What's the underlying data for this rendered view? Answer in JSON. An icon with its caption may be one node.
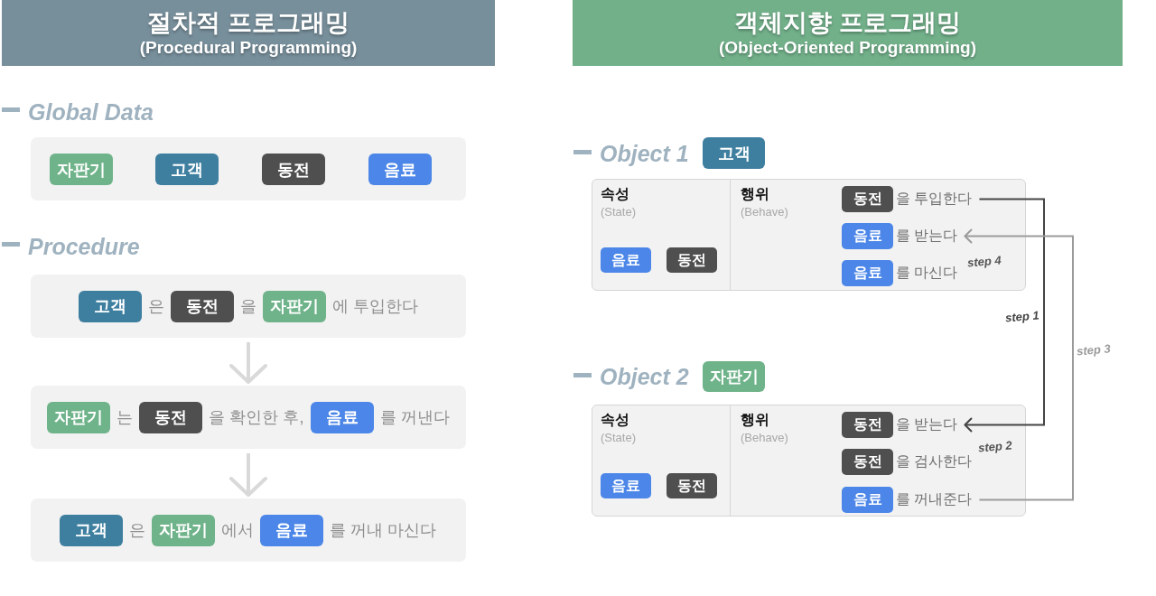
{
  "diagram": {
    "nodes": [
      {
        "text": [
          "절차적 프로그래밍",
          "(Procedural Programming)"
        ]
      },
      {
        "text": [],
        "shape": "box"
      },
      {
        "text": [
          "자판기"
        ],
        "in": 1
      },
      {
        "text": [
          "고객"
        ],
        "in": 1
      },
      {
        "text": [
          "동전"
        ],
        "in": 1
      },
      {
        "text": [
          "음료"
        ],
        "in": 1
      },
      {
        "text": [
          "은",
          "을",
          "에 투입한다"
        ]
      },
      {
        "text": [
          "고객"
        ],
        "in": 6
      },
      {
        "text": [
          "동전"
        ],
        "in": 6
      },
      {
        "text": [
          "자판기"
        ],
        "in": 6
      },
      {
        "text": [
          "는",
          "을 확인한 후,",
          "를 꺼낸다"
        ]
      },
      {
        "text": [
          "자판기"
        ],
        "in": 10
      },
      {
        "text": [
          "동전"
        ],
        "in": 10
      },
      {
        "text": [
          "음료"
        ],
        "in": 10
      },
      {
        "text": [
          "은",
          "에서",
          "를 꺼내 마신다"
        ]
      },
      {
        "text": [
          "고객"
        ],
        "in": 14
      },
      {
        "text": [
          "자판기"
        ],
        "in": 14
      },
      {
        "text": [
          "음료"
        ],
        "in": 14
      },
      {
        "text": [
          "객체지향 프로그래밍",
          "(Object-Oriented Programming)"
        ]
      },
      {
        "text": [
          "고객"
        ],
        "beside": [
          "Object 1"
        ]
      },
      {
        "text": [
          "속성",
          "(State)",
          "행위",
          "(Behave)"
        ]
      },
      {
        "text": [
          "음료"
        ],
        "in": 20
      },
      {
        "text": [
          "동전"
        ],
        "in": 20
      },
      {
        "text": [
          "동전"
        ],
        "in": 20
      },
      {
        "text": [
          "을 투입한다"
        ],
        "in": 20
      },
      {
        "text": [
          "음료"
        ],
        "in": 20
      },
      {
        "text": [
          "를 받는다"
        ],
        "in": 20
      },
      {
        "text": [
          "음료"
        ],
        "in": 20
      },
      {
        "text": [
          "를 마신다"
        ],
        "in": 20
      },
      {
        "text": [
          "자판기"
        ],
        "beside": [
          "Object 2"
        ]
      },
      {
        "text": [
          "속성",
          "(State)",
          "행위",
          "(Behave)"
        ]
      },
      {
        "text": [
          "음료"
        ],
        "in": 30
      },
      {
        "text": [
          "동전"
        ],
        "in": 30
      },
      {
        "text": [
          "동전"
        ],
        "in": 30
      },
      {
        "text": [
          "을 받는다"
        ],
        "in": 30
      },
      {
        "text": [
          "동전"
        ],
        "in": 30
      },
      {
        "text": [
          "을 검사한다"
        ],
        "in": 30
      },
      {
        "text": [
          "음료"
        ],
        "in": 30
      },
      {
        "text": [
          "를 꺼내준다"
        ],
        "in": 30
      }
    ],
    "edges": [
      {
        "from": 6,
        "to": 10,
        "arrow": "to",
        "style": "thick",
        "color": "#d9d9d9"
      },
      {
        "from": 10,
        "to": 14,
        "arrow": "to",
        "style": "thick",
        "color": "#d9d9d9"
      },
      {
        "from": 24,
        "to": 34,
        "arrow": "to",
        "label": "step 1",
        "color": "#444444"
      },
      {
        "from": 38,
        "to": 26,
        "arrow": "to",
        "label": "step 3",
        "color": "#9b9b9b"
      }
    ],
    "labels": [
      "Global Data",
      "Procedure",
      "step 4",
      "step 2"
    ]
  }
}
